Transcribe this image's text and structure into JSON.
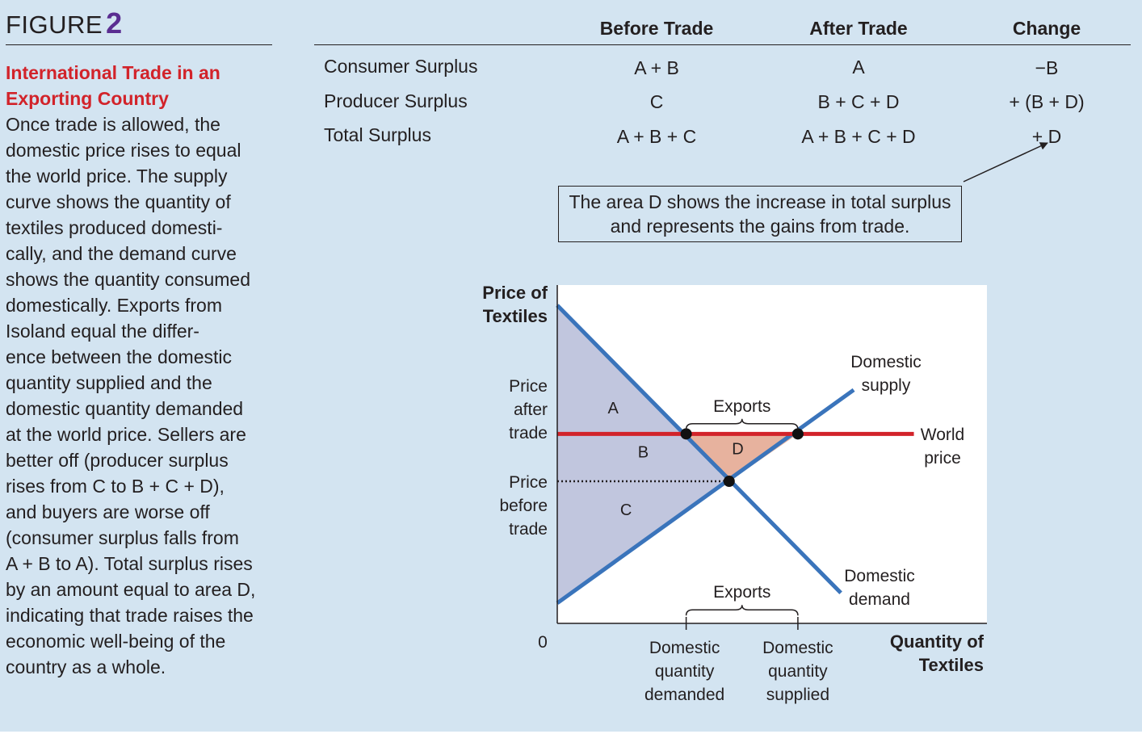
{
  "figure": {
    "label": "FIGURE",
    "number": "2",
    "title_lines": [
      "International Trade in an",
      "Exporting Country"
    ],
    "caption_lines": [
      "Once trade is allowed, the",
      "domestic price rises to equal",
      "the world price. The supply",
      "curve shows the quantity of",
      "textiles produced domesti-",
      "cally, and the demand curve",
      "shows the quantity consumed",
      "domestically. Exports from",
      "Isoland equal the differ-",
      "ence between the domestic",
      "quantity supplied and the",
      "domestic quantity demanded",
      "at the world price. Sellers are",
      "better off (producer surplus",
      "rises from C to B + C + D),",
      "and buyers are worse off",
      "(consumer surplus falls from",
      "A + B to A). Total surplus rises",
      "by an amount equal to area D,",
      "indicating that trade raises the",
      "economic well-being of the",
      "country as a whole."
    ]
  },
  "table": {
    "headers": [
      "Before Trade",
      "After Trade",
      "Change"
    ],
    "rows": [
      {
        "label": "Consumer Surplus",
        "before": "A + B",
        "after": "A",
        "change": "−B"
      },
      {
        "label": "Producer Surplus",
        "before": "C",
        "after": "B + C + D",
        "change": "+ (B + D)"
      },
      {
        "label": "Total Surplus",
        "before": "A + B + C",
        "after": "A + B + C + D",
        "change": "+ D"
      }
    ]
  },
  "callout": {
    "lines": [
      "The area D shows the increase in total surplus",
      "and represents the gains from trade."
    ]
  },
  "chart_data": {
    "type": "line",
    "title": "",
    "ylabel_lines": [
      "Price of",
      "Textiles"
    ],
    "xlabel_lines": [
      "Quantity of",
      "Textiles"
    ],
    "origin_label": "0",
    "xlim": [
      0,
      100
    ],
    "ylim": [
      0,
      100
    ],
    "axis_ticks": false,
    "grid": false,
    "series": [
      {
        "name_lines": [
          "Domestic",
          "supply"
        ],
        "color": "#3a74bb",
        "x": [
          0,
          69
        ],
        "y": [
          6,
          69
        ]
      },
      {
        "name_lines": [
          "Domestic",
          "demand"
        ],
        "color": "#3a74bb",
        "x": [
          0,
          66
        ],
        "y": [
          94,
          9
        ]
      },
      {
        "name_lines": [
          "World",
          "price"
        ],
        "color": "#d2232a",
        "x": [
          0,
          83
        ],
        "y": [
          56,
          56
        ]
      }
    ],
    "price_levels": [
      {
        "label_lines": [
          "Price",
          "after",
          "trade"
        ],
        "y": 56,
        "line": "world-price"
      },
      {
        "label_lines": [
          "Price",
          "before",
          "trade"
        ],
        "y": 42,
        "line": "dotted"
      }
    ],
    "quantity_levels": [
      {
        "label_lines": [
          "Domestic",
          "quantity",
          "demanded"
        ],
        "x": 30
      },
      {
        "label_lines": [
          "Domestic",
          "quantity",
          "supplied"
        ],
        "x": 56
      }
    ],
    "points": [
      {
        "x": 30,
        "y": 56
      },
      {
        "x": 56,
        "y": 56
      },
      {
        "x": 40,
        "y": 42
      }
    ],
    "regions": [
      {
        "label": "A",
        "color": "#c1c6de",
        "polygon": [
          [
            0,
            94
          ],
          [
            30,
            56
          ],
          [
            0,
            56
          ]
        ],
        "label_at": [
          13,
          62
        ]
      },
      {
        "label": "B",
        "color": "#c1c6de",
        "polygon": [
          [
            0,
            56
          ],
          [
            30,
            56
          ],
          [
            40,
            42
          ],
          [
            0,
            42
          ]
        ],
        "label_at": [
          20,
          49
        ]
      },
      {
        "label": "C",
        "color": "#c1c6de",
        "polygon": [
          [
            0,
            42
          ],
          [
            40,
            42
          ],
          [
            0,
            6
          ]
        ],
        "label_at": [
          16,
          32
        ]
      },
      {
        "label": "D",
        "color": "#e7b29e",
        "polygon": [
          [
            30,
            56
          ],
          [
            56,
            56
          ],
          [
            40,
            42
          ]
        ],
        "label_at": [
          42,
          50
        ]
      }
    ],
    "exports_label": "Exports",
    "exports_braces": [
      {
        "x_from": 30,
        "x_to": 56,
        "y": 59
      },
      {
        "x_from": 30,
        "x_to": 56,
        "y": 4
      }
    ]
  }
}
